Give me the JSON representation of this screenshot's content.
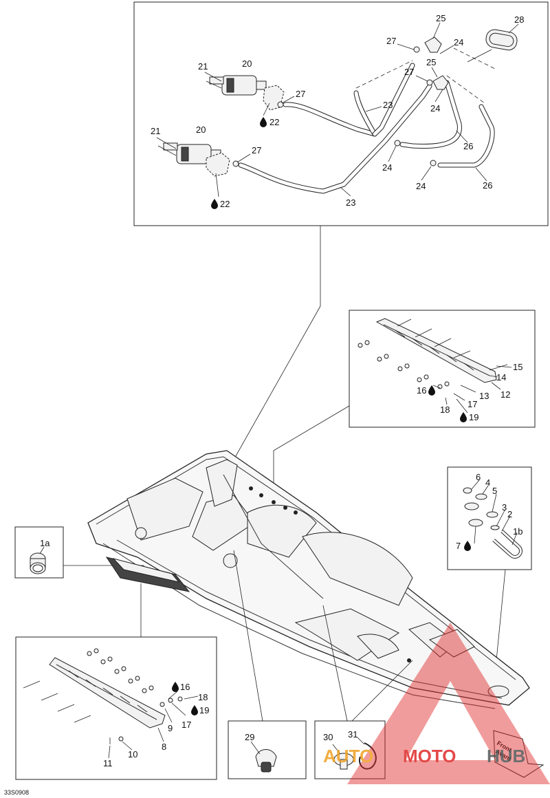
{
  "diagram": {
    "reference_code": "33S0908",
    "callouts": {
      "c1a": "1a",
      "c1b": "1b",
      "c2": "2",
      "c3": "3",
      "c4": "4",
      "c5": "5",
      "c6": "6",
      "c7": "7",
      "c8": "8",
      "c9": "9",
      "c10": "10",
      "c11": "11",
      "c12": "12",
      "c13": "13",
      "c14": "14",
      "c15": "15",
      "c16a": "16",
      "c16b": "16",
      "c17a": "17",
      "c17b": "17",
      "c18a": "18",
      "c18b": "18",
      "c19a": "19",
      "c19b": "19",
      "c20a": "20",
      "c20b": "20",
      "c21a": "21",
      "c21b": "21",
      "c22a": "22",
      "c22b": "22",
      "c23a": "23",
      "c23b": "23",
      "c24a": "24",
      "c24b": "24",
      "c24c": "24",
      "c24d": "24",
      "c25a": "25",
      "c25b": "25",
      "c26a": "26",
      "c26b": "26",
      "c27a": "27",
      "c27b": "27",
      "c27c": "27",
      "c27d": "27",
      "c28": "28",
      "c29": "29",
      "c30": "30",
      "c31": "31"
    },
    "front_label": [
      "Front",
      "Avant"
    ],
    "watermark": {
      "part1": "AUTO",
      "part2": "MOTO",
      "part3": "HUB"
    },
    "colors": {
      "watermark_red": "#e02a2a",
      "watermark_orange": "#f0a020",
      "watermark_gray": "#555555",
      "line": "#222222"
    }
  }
}
